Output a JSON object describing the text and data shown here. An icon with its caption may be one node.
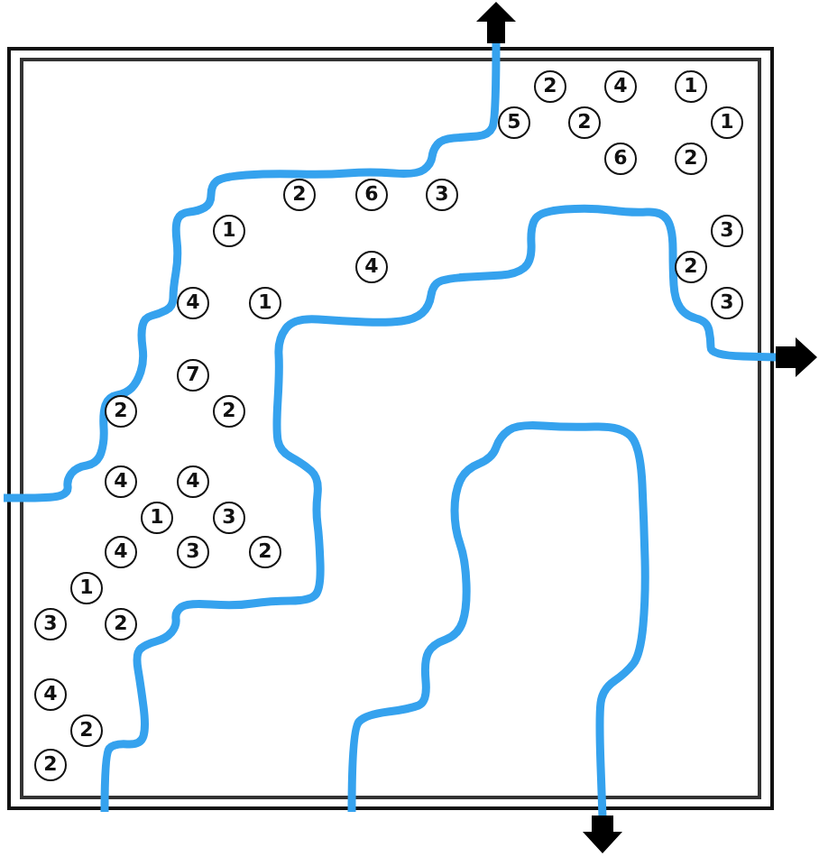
{
  "diagram": {
    "nodes": [
      {
        "text": [
          "2"
        ]
      },
      {
        "text": [
          "4"
        ]
      },
      {
        "text": [
          "1"
        ]
      },
      {
        "text": [
          "5"
        ]
      },
      {
        "text": [
          "2"
        ]
      },
      {
        "text": [
          "1"
        ]
      },
      {
        "text": [
          "6"
        ]
      },
      {
        "text": [
          "2"
        ]
      },
      {
        "text": [
          "2"
        ]
      },
      {
        "text": [
          "6"
        ]
      },
      {
        "text": [
          "3"
        ]
      },
      {
        "text": [
          "1"
        ]
      },
      {
        "text": [
          "3"
        ]
      },
      {
        "text": [
          "4"
        ]
      },
      {
        "text": [
          "2"
        ]
      },
      {
        "text": [
          "4"
        ]
      },
      {
        "text": [
          "1"
        ]
      },
      {
        "text": [
          "3"
        ]
      },
      {
        "text": [
          "7"
        ]
      },
      {
        "text": [
          "2"
        ]
      },
      {
        "text": [
          "2"
        ]
      },
      {
        "text": [
          "4"
        ]
      },
      {
        "text": [
          "4"
        ]
      },
      {
        "text": [
          "1"
        ]
      },
      {
        "text": [
          "3"
        ]
      },
      {
        "text": [
          "4"
        ]
      },
      {
        "text": [
          "3"
        ]
      },
      {
        "text": [
          "2"
        ]
      },
      {
        "text": [
          "1"
        ]
      },
      {
        "text": [
          "3"
        ]
      },
      {
        "text": [
          "2"
        ]
      },
      {
        "text": [
          "4"
        ]
      },
      {
        "text": [
          "2"
        ]
      },
      {
        "text": [
          "2"
        ]
      }
    ]
  }
}
